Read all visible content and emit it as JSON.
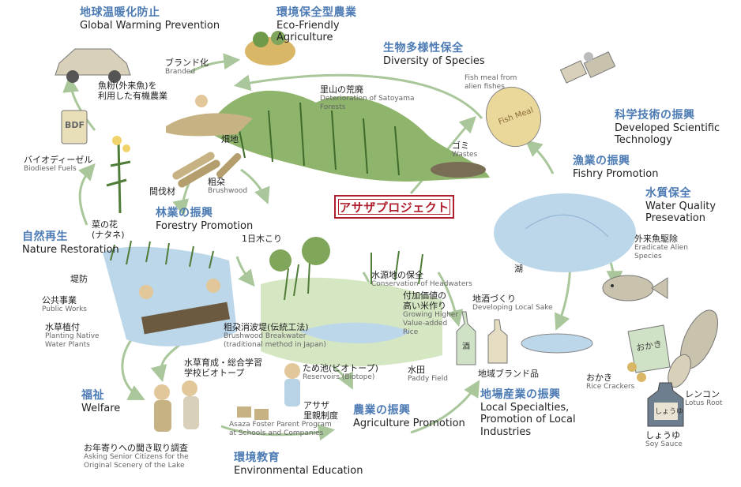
{
  "project_title": "アサザプロジェクト",
  "categories": {
    "global_warming": {
      "jp": "地球温暖化防止",
      "en": "Global Warming Prevention"
    },
    "eco_agriculture": {
      "jp": "環境保全型農業",
      "en": "Eco-Friendly\nAgriculture"
    },
    "diversity": {
      "jp": "生物多様性保全",
      "en": "Diversity of Species"
    },
    "science": {
      "jp": "科学技術の振興",
      "en": "Developed Scientific\nTechnology"
    },
    "fishery": {
      "jp": "漁業の振興",
      "en": "Fishry Promotion"
    },
    "water_quality": {
      "jp": "水質保全",
      "en": "Water Quality\nPresevation"
    },
    "forestry": {
      "jp": "林業の振興",
      "en": "Forestry Promotion"
    },
    "nature": {
      "jp": "自然再生",
      "en": "Nature Restoration"
    },
    "welfare": {
      "jp": "福祉",
      "en": "Welfare"
    },
    "agriculture": {
      "jp": "農業の振興",
      "en": "Agriculture Promotion"
    },
    "local_industry": {
      "jp": "地場産業の振興",
      "en": "Local Specialties,\nPromotion of Local\nIndustries"
    },
    "education": {
      "jp": "環境教育",
      "en": "Environmental Education"
    }
  },
  "items": {
    "branded": {
      "jp": "ブランド化",
      "en": "Branded"
    },
    "fishmeal_organic": {
      "jp": "魚粉(外来魚)を\n利用した有機農業",
      "en": ""
    },
    "satoyama": {
      "jp": "里山の荒廃",
      "en": "Deterioration of Satoyama\nForests"
    },
    "fishmeal_alien": {
      "jp": "",
      "en": "Fish meal from\nalien fishes"
    },
    "field": {
      "jp": "畑地",
      "en": ""
    },
    "brushwood": {
      "jp": "粗朶",
      "en": "Brushwood"
    },
    "thinning": {
      "jp": "間伐材",
      "en": ""
    },
    "biodiesel": {
      "jp": "バイオディーゼル",
      "en": "Biodiesel Fuels"
    },
    "canola": {
      "jp": "菜の花\n(ナタネ)",
      "en": ""
    },
    "wastes": {
      "jp": "ゴミ",
      "en": "Wastes"
    },
    "one_day": {
      "jp": "1日木こり",
      "en": ""
    },
    "embankment": {
      "jp": "堤防",
      "en": ""
    },
    "public_works": {
      "jp": "公共事業",
      "en": "Public Works"
    },
    "planting": {
      "jp": "水草植付",
      "en": "Planting Native\nWater Plants"
    },
    "headwaters": {
      "jp": "水源地の保全",
      "en": "Conservation of Headwaters"
    },
    "rice": {
      "jp": "付加価値の\n高い米作り",
      "en": "Growing Higher\nValue-added\nRice"
    },
    "sake": {
      "jp": "地酒づくり",
      "en": "Developing Local Sake"
    },
    "breakwater": {
      "jp": "粗朶消波堤(伝統工法)",
      "en": "Brushwood Breakwater\n(traditional method in Japan)"
    },
    "school_biotope": {
      "jp": "水草育成・総合学習\n学校ビオトープ",
      "en": ""
    },
    "reservoirs": {
      "jp": "ため池(ビオトープ)",
      "en": "Reservoirs (Biotope)"
    },
    "paddy": {
      "jp": "水田",
      "en": "Paddy Field"
    },
    "local_brand": {
      "jp": "地域ブランド品",
      "en": ""
    },
    "foster": {
      "jp": "アサザ\n里親制度",
      "en": "Asaza Foster Parent Program\nat Schools and Companies"
    },
    "senior": {
      "jp": "お年寄りへの聞き取り調査",
      "en": "Asking Senior Citizens for the\nOriginal Scenery of the Lake"
    },
    "alien_species": {
      "jp": "外来魚駆除",
      "en": "Eradicate Alien\nSpecies"
    },
    "lake": {
      "jp": "湖",
      "en": ""
    },
    "crackers": {
      "jp": "おかき",
      "en": "Rice Crackers"
    },
    "lotus": {
      "jp": "レンコン",
      "en": "Lotus Root"
    },
    "soy": {
      "jp": "しょうゆ",
      "en": "Soy Sauce"
    }
  },
  "image_tags": {
    "bdf_can": "BDF",
    "fish_bag": "Fish Meal",
    "okaki_bag": "おかき",
    "soy_label": "しょうゆ",
    "sake_label": "酒"
  },
  "colors": {
    "heading": "#4d7bb4",
    "title_border": "#b01e2e",
    "arrow": "#a9c79a",
    "water": "#bcd6ea",
    "foliage": "#6e9a4a"
  }
}
